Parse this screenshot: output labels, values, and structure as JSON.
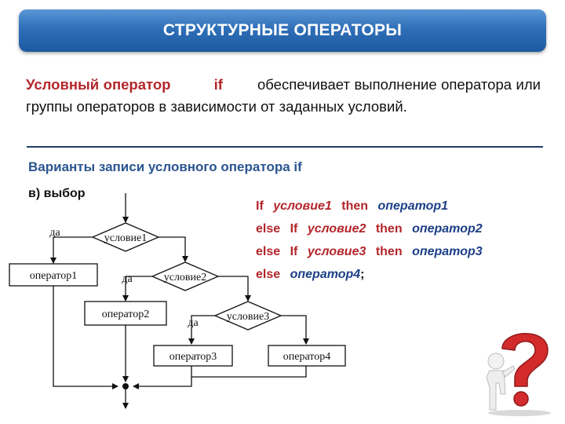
{
  "banner": {
    "title": "СТРУКТУРНЫЕ  ОПЕРАТОРЫ"
  },
  "intro": {
    "lead": "Условный оператор",
    "keyword": "if",
    "rest": "обеспечивает выполнение оператора или группы операторов в зависимости от заданных условий."
  },
  "subtitle": "Варианты записи условного оператора if",
  "variant_label": "в) выбор",
  "flowchart": {
    "conditions": [
      "условие1",
      "условие2",
      "условие3"
    ],
    "operators": [
      "оператор1",
      "оператор2",
      "оператор3",
      "оператор4"
    ],
    "yes_label": "да"
  },
  "code": {
    "lines": [
      {
        "kw1": "If",
        "cond": "условие1",
        "kw2": "then",
        "op": "оператор1"
      },
      {
        "kw0": "else",
        "kw1": "If",
        "cond": "условие2",
        "kw2": "then",
        "op": "оператор2"
      },
      {
        "kw0": "else",
        "kw1": "If",
        "cond": "условие3",
        "kw2": "then",
        "op": "оператор3"
      },
      {
        "kw0": "else",
        "op": "оператор4",
        "end": ";"
      }
    ]
  },
  "colors": {
    "banner": "#2f6fb8",
    "keyword_red": "#b3262a",
    "operator_blue": "#1c3f86",
    "rule": "#1f3d66"
  },
  "icons": [
    "question-mark-figure-icon"
  ]
}
